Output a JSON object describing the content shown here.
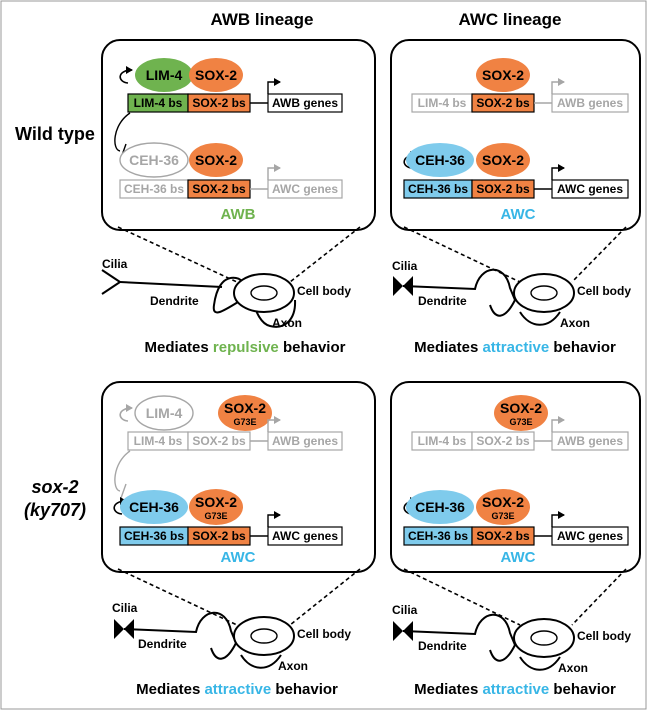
{
  "headers": {
    "awb": "AWB lineage",
    "awc": "AWC lineage"
  },
  "rows": {
    "wild_type": "Wild type",
    "mutant_line1": "sox-2",
    "mutant_line2": "(ky707)"
  },
  "proteins": {
    "lim4": "LIM-4",
    "sox2": "SOX-2",
    "ceh36": "CEH-36",
    "mutation": "G73E"
  },
  "binding_sites": {
    "lim4": "LIM-4 bs",
    "sox2": "SOX-2 bs",
    "ceh36": "CEH-36 bs"
  },
  "genes": {
    "awb": "AWB genes",
    "awc": "AWC genes"
  },
  "cell_fate": {
    "awb": "AWB",
    "awc": "AWC"
  },
  "neuron": {
    "cilia": "Cilia",
    "dendrite": "Dendrite",
    "cell_body": "Cell body",
    "axon": "Axon"
  },
  "behavior": {
    "prefix": "Mediates",
    "repulsive": "repulsive",
    "attractive": "attractive",
    "suffix": "behavior"
  },
  "colors": {
    "green": "#6fb34f",
    "blue": "#7fcbec",
    "orange": "#f08243",
    "gray": "#a6a6a6",
    "awc_text": "#38b6e6",
    "awb_text": "#6fb34f",
    "border": "#555555"
  }
}
